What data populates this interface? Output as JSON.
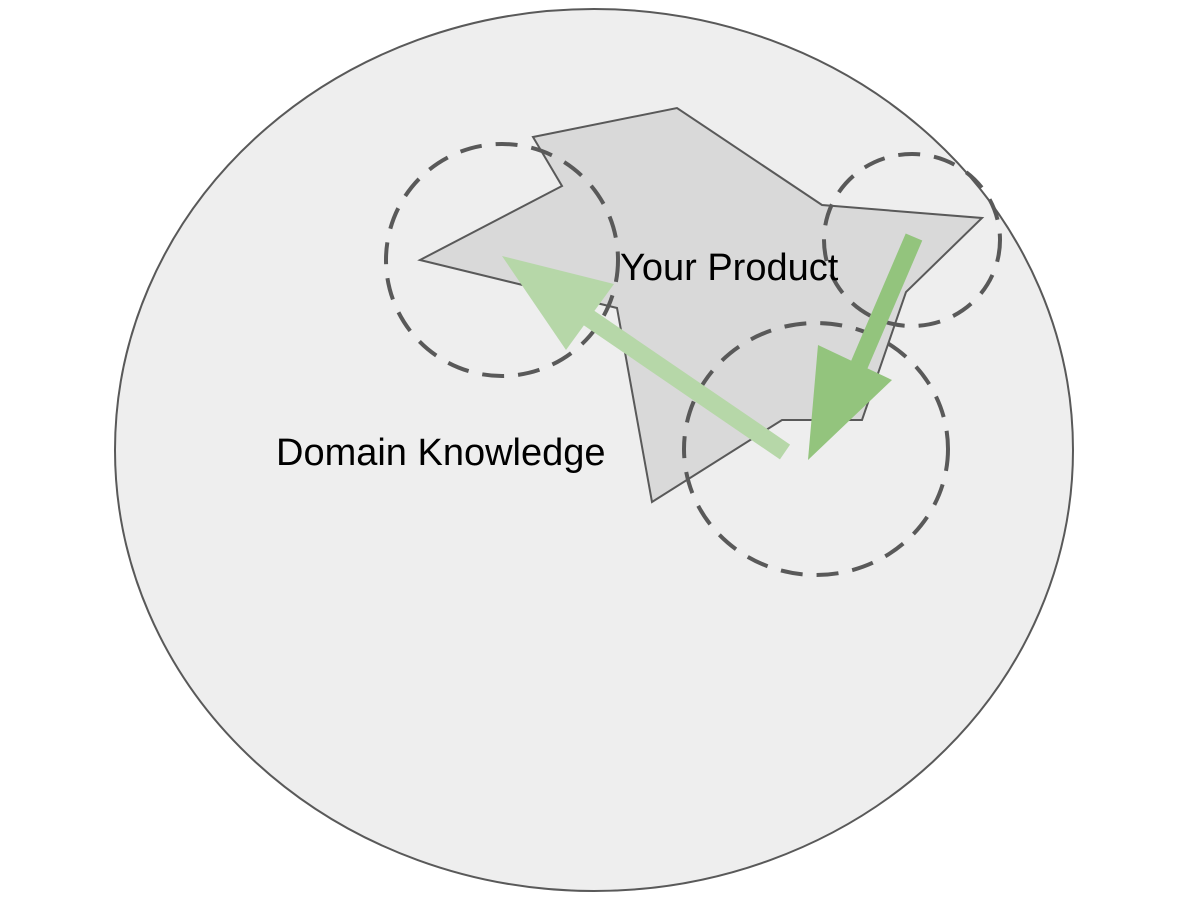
{
  "labels": {
    "product": "Your Product",
    "domain": "Domain Knowledge"
  },
  "colors": {
    "domain_fill": "#eeeeee",
    "outline": "#595959",
    "product_fill": "#d9d9d9",
    "dashed_stroke": "#595959",
    "arrow_light": "#b6d7a8",
    "arrow_dark": "#93c47d"
  },
  "shapes": {
    "domain_region": "large-circle",
    "product_region": "irregular-polygon",
    "focus_circles": 3,
    "focus_circle_style": "dashed",
    "arrows": [
      {
        "name": "arrow-to-left-circle",
        "color": "arrow_light"
      },
      {
        "name": "arrow-to-bottom-circle",
        "color": "arrow_dark"
      }
    ]
  }
}
